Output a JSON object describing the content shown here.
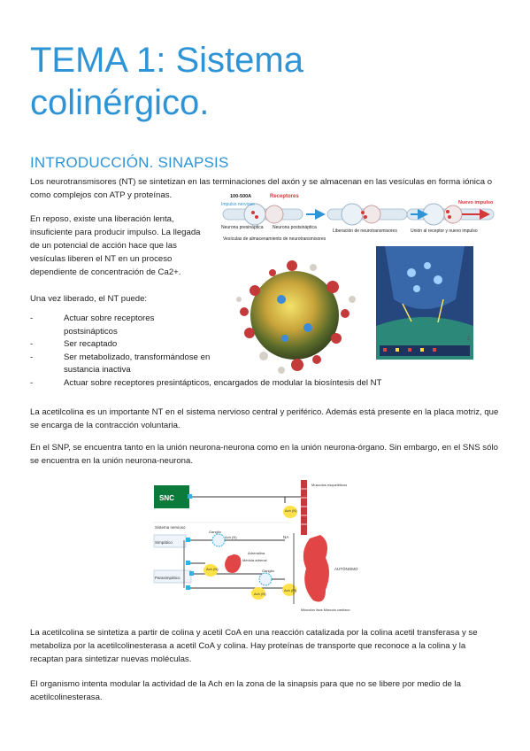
{
  "title": "TEMA 1: Sistema colinérgico.",
  "section_heading": "INTRODUCCIÓN. SINAPSIS",
  "paragraphs": {
    "p1": "Los neurotransmisores (NT) se sintetizan en las terminaciones del axón y se almacenan en las vesículas en forma iónica o como complejos con ATP y proteínas.",
    "p2": "En reposo, existe una liberación lenta, insuficiente para producir impulso. La llegada de un potencial de acción hace que las vesículas liberen el NT en un proceso dependiente de concentración de Ca2+.",
    "p3": "Una vez liberado, el NT puede:",
    "p4": "La acetilcolina es un importante NT en el sistema nervioso central y periférico. Además está presente en la placa motriz, que se encarga de la contracción voluntaria.",
    "p5": "En el SNP, se encuentra tanto en la unión neurona-neurona como en la unión neurona-órgano. Sin embargo, en el SNS sólo se encuentra en la unión neurona-neurona.",
    "p6": "La acetilcolina se sintetiza a partir de colina y acetil CoA en una reacción catalizada por la colina acetil transferasa y se metaboliza por la acetilcolinesterasa a acetil CoA y colina. Hay proteínas de transporte que reconoce a la colina y la recaptan para sintetizar nuevas moléculas.",
    "p7": "El organismo intenta modular la actividad de la Ach en la zona de la sinapsis para que no se libere por medio de la acetilcolinesterasa."
  },
  "list_items": [
    "Actuar sobre receptores postsinápticos",
    "Ser recaptado",
    "Ser metabolizado, transformándose en sustancia inactiva",
    "Actuar sobre receptores presintápticos, encargados de modular la biosíntesis del NT"
  ],
  "list_dash": "-",
  "figure_synapse": {
    "size_label": "100-500A",
    "receptores": "Receptores",
    "impulso": "Impulso nervioso",
    "neurona_pre": "Neurona presináptica",
    "neurona_post": "Neurona postsináptica",
    "vesiculas": "Vesículas de almacenamiento de neurotransmisores",
    "liberacion": "Liberación de neurotransmisores",
    "nuevo_impulso": "Nuevo impulso",
    "union": "Unión al receptor y nuevo impulso"
  },
  "figure_cell_number": "2",
  "figure_ans": {
    "snc": "SNC",
    "musculos_esqueleticos": "Músculos esqueléticos",
    "ach1": "Ach (N)",
    "sistema_nervioso": "Sistema nervioso",
    "ach_n": "Ach (N)",
    "na": "NA",
    "simpatico": "Simpático",
    "adrenalina": "Adrenalina",
    "medula_adrenal": "Médula adrenal",
    "ach_n2": "Ach (N)",
    "parasimpatico": "Parasimpático",
    "autonomo": "AUTÓNOMO",
    "ganglio": "Ganglio",
    "ach_m": "Ach (M)",
    "ach_n3": "Ach (N)",
    "musculos_lisos": "Músculos lisos Músculo cardíaco"
  }
}
